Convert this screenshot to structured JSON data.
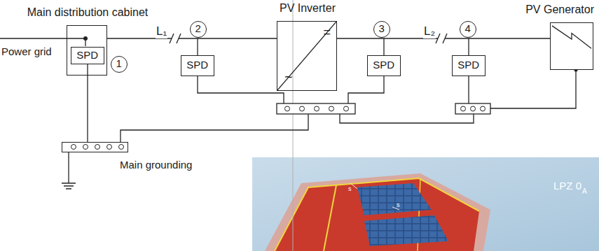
{
  "diagram": {
    "nodes": [
      {
        "text": [
          "Main distribution cabinet"
        ]
      },
      {
        "text": [
          "SPD"
        ],
        "in": 0
      },
      {
        "text": [
          "1"
        ]
      },
      {
        "text": [
          "2"
        ]
      },
      {
        "text": [
          "SPD"
        ]
      },
      {
        "text": [
          "PV Inverter",
          "=",
          "~"
        ]
      },
      {
        "text": [
          "3"
        ]
      },
      {
        "text": [
          "SPD"
        ]
      },
      {
        "text": [
          "4"
        ]
      },
      {
        "text": [
          "SPD"
        ]
      },
      {
        "text": [
          "PV Generator"
        ]
      },
      {
        "text": [
          "Main grounding"
        ]
      }
    ],
    "edges": [
      {
        "from": 0,
        "to": 5,
        "arrow": "none",
        "label": "L₁"
      },
      {
        "from": 5,
        "to": 10,
        "arrow": "none",
        "label": "L₂"
      },
      {
        "from": 1,
        "to": 11,
        "arrow": "none"
      }
    ],
    "labels": [
      "Power grid",
      "LPZ 0",
      "A",
      "s",
      "s"
    ]
  }
}
